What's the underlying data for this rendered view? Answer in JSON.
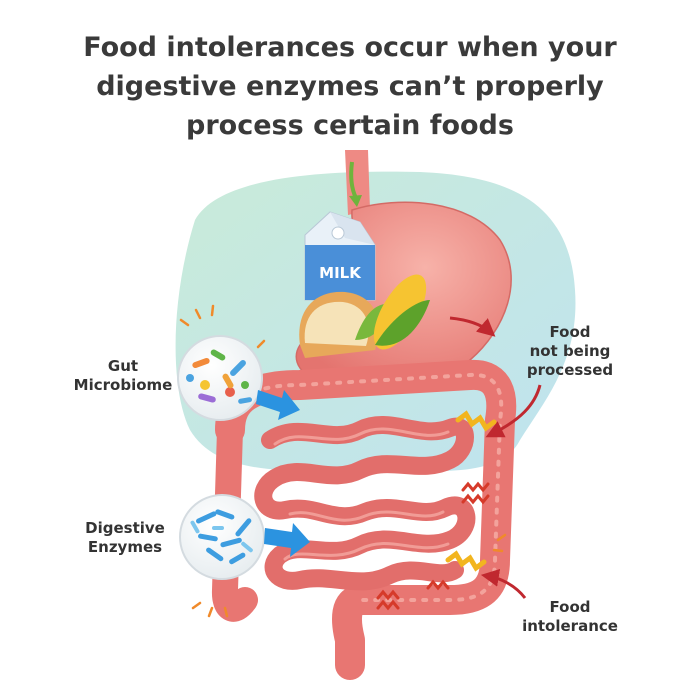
{
  "title": {
    "line1": "Food intolerances occur when your",
    "line2": "digestive enzymes can’t properly",
    "line3": "process certain foods"
  },
  "labels": {
    "gut_microbiome": [
      "Gut",
      "Microbiome"
    ],
    "digestive_enzymes": [
      "Digestive",
      "Enzymes"
    ],
    "food_not_processed": [
      "Food",
      "not being",
      "processed"
    ],
    "food_intolerance": [
      "Food",
      "intolerance"
    ]
  },
  "milk_carton_text": "MILK",
  "colors": {
    "background_blob": "#cfe9e2",
    "stomach": "#ee8a84",
    "intestine": "#e87672",
    "arrow_blue": "#2b93e0",
    "arrow_red": "#c0282f",
    "arrow_green": "#6fb43c",
    "text": "#333333"
  },
  "icons": [
    "milk-carton-icon",
    "bread-slice-icon",
    "corn-icon",
    "bacteria-icon"
  ]
}
